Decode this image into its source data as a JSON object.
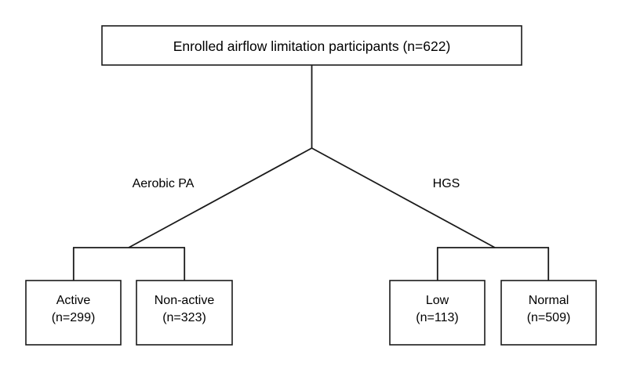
{
  "diagram": {
    "type": "flowchart",
    "title_text": "Enrolled airflow limitation participants (n=622)",
    "root": {
      "label": "Enrolled airflow limitation participants (n=622)",
      "count": 622
    },
    "branches": [
      {
        "label": "Aerobic PA"
      },
      {
        "label": "HGS"
      }
    ],
    "leaves": [
      {
        "label": "Active",
        "count_label": "(n=299)",
        "count": 299,
        "group": "Aerobic PA"
      },
      {
        "label": "Non-active",
        "count_label": "(n=323)",
        "count": 323,
        "group": "Aerobic PA"
      },
      {
        "label": "Low",
        "count_label": "(n=113)",
        "count": 113,
        "group": "HGS"
      },
      {
        "label": "Normal",
        "count_label": "(n=509)",
        "count": 509,
        "group": "HGS"
      }
    ],
    "colors": {
      "background": "#ffffff",
      "stroke": "#1a1a1a",
      "text": "#000000",
      "box_fill": "#ffffff"
    }
  }
}
